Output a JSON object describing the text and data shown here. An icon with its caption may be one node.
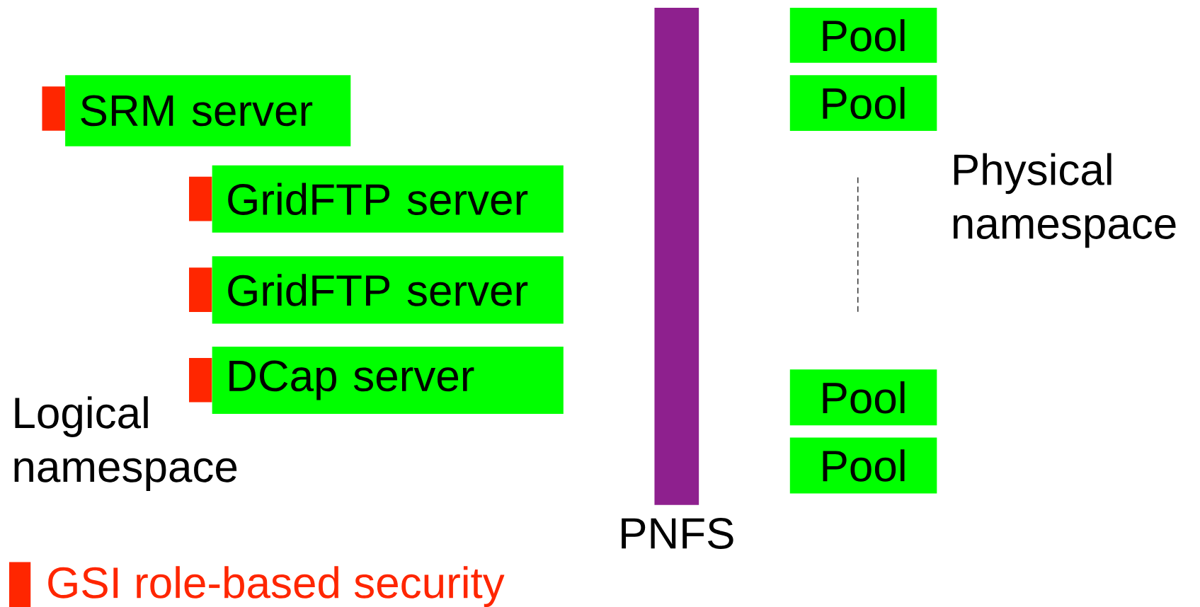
{
  "diagram": {
    "nodes": [
      {
        "text": [
          "SRM server"
        ]
      },
      {
        "text": [
          "GridFTP server"
        ]
      },
      {
        "text": [
          "GridFTP server"
        ]
      },
      {
        "text": [
          "DCap server"
        ]
      },
      {
        "text": [],
        "shape": "bar",
        "beside": [
          "PNFS"
        ]
      },
      {
        "text": [
          "Pool"
        ]
      },
      {
        "text": [
          "Pool"
        ]
      },
      {
        "text": [
          "Pool"
        ]
      },
      {
        "text": [
          "Pool"
        ]
      }
    ],
    "labels": [
      "Logical namespace",
      "Physical namespace"
    ],
    "legend": [
      {
        "text": "GSI role-based security",
        "color": "#ff2600"
      }
    ]
  }
}
